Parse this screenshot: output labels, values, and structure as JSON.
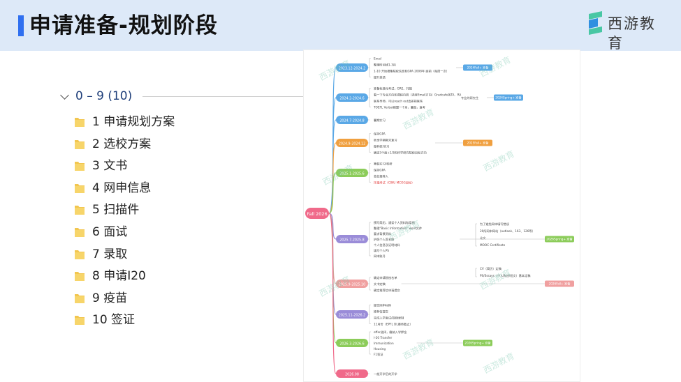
{
  "header": {
    "title": "申请准备-规划阶段",
    "logo_text": "西游教育",
    "accent": "#2f6ff0",
    "band_color": "#dde9f8"
  },
  "tree": {
    "group_label": "0 – 9 (10)",
    "items": [
      {
        "label": "1 申请规划方案"
      },
      {
        "label": "2 选校方案"
      },
      {
        "label": "3 文书"
      },
      {
        "label": "4 网申信息"
      },
      {
        "label": "5 扫描件"
      },
      {
        "label": "6 面试"
      },
      {
        "label": "7 录取"
      },
      {
        "label": "8 申请I20"
      },
      {
        "label": "9 疫苗"
      },
      {
        "label": "10 签证"
      }
    ]
  },
  "mindmap": {
    "root": "Fall 2026",
    "watermark": "西游教育",
    "branches": [
      {
        "label": "2023.12-2024.2",
        "color": "#5aa8e6",
        "items": [
          "Excel",
          "整理时间线1-3月",
          "1-10 开始搜集院校信息和GPA 2008年 面前（每周一次）",
          "提升英语"
        ],
        "tag": "2024Fall+ 准备",
        "tag_color": "#5aa8e6"
      },
      {
        "label": "2024.2-2024.6",
        "color": "#5aa8e6",
        "items": [
          "准备标准化考试，GRE、托福",
          "看一下专业方向和课程内容（选择Email方向）Gradcafe找TA、RA",
          "联系导师，可以reach out出差前联系",
          "TOEFL Verbal刷题一个月，暑假，复考"
        ],
        "tag": "2024Spring+ 准备",
        "tag_color": "#5aa8e6",
        "side": "专业的研究生"
      },
      {
        "label": "2024.7-2024.8",
        "color": "#5aa8e6",
        "items": [
          "暑期实习"
        ]
      },
      {
        "label": "2024.9-2024.12",
        "color": "#f0a040",
        "items": [
          "保持GPA",
          "秋季学期期末复习",
          "做科研/实习",
          "确定3个面+1/3和科学研究院校目标方向"
        ],
        "tag": "2025Fall+ 准备",
        "tag_color": "#f0a040"
      },
      {
        "label": "2025.1-2025.6",
        "color": "#8ccc5a",
        "items": [
          "寒假实习/科研",
          "保持GPA",
          "背拉推荐人",
          "托福考试（CINU MCOG目标）"
        ]
      },
      {
        "label": "2025.7-2025.8",
        "color": "#9a8cd8",
        "items": [
          "撰写简历，通读个人资料和案例",
          "整理“Basic Information” word文件",
          "要求背景资料",
          "护照个人签名照",
          "个人信息及证明材料",
          "填写个人PS",
          "网申账号"
        ],
        "sub": [
          "为了避免网申填写错误",
          "20所网申网站（outlook、163、126等）",
          "论文",
          "MOOC Certificate"
        ],
        "tag": "2026Spring+ 准备",
        "tag_color": "#8ccc5a"
      },
      {
        "label": "2025.9-2025.10",
        "color": "#f0a0a0",
        "items": [
          "确定申请院校名单",
          "文书定稿",
          "确定推荐信申请提交"
        ],
        "sub": [
          "CV（简历）定稿",
          "PS/Essays（个人陈述/短文）基本定稿"
        ],
        "tag": "2026Fall+ 准备",
        "tag_color": "#f0a0a0"
      },
      {
        "label": "2025.11-2026.2",
        "color": "#9a8cd8",
        "items": [
          "提交网申材料",
          "推荐信提交",
          "完成入学面试/视频录制",
          "11月份（EPFL DL最终截止）"
        ]
      },
      {
        "label": "2026.3-2026.6",
        "color": "#8ccc5a",
        "items": [
          "offer选择，缴纳入学押金",
          "I-20 Transfer",
          "Immunization",
          "Housing",
          "F1签证"
        ],
        "tag": "2026Spring+ 准备",
        "tag_color": "#8ccc5a"
      },
      {
        "label": "2026.08",
        "color": "#f06a8a",
        "items": [
          "一般开学后的开学"
        ]
      }
    ]
  }
}
